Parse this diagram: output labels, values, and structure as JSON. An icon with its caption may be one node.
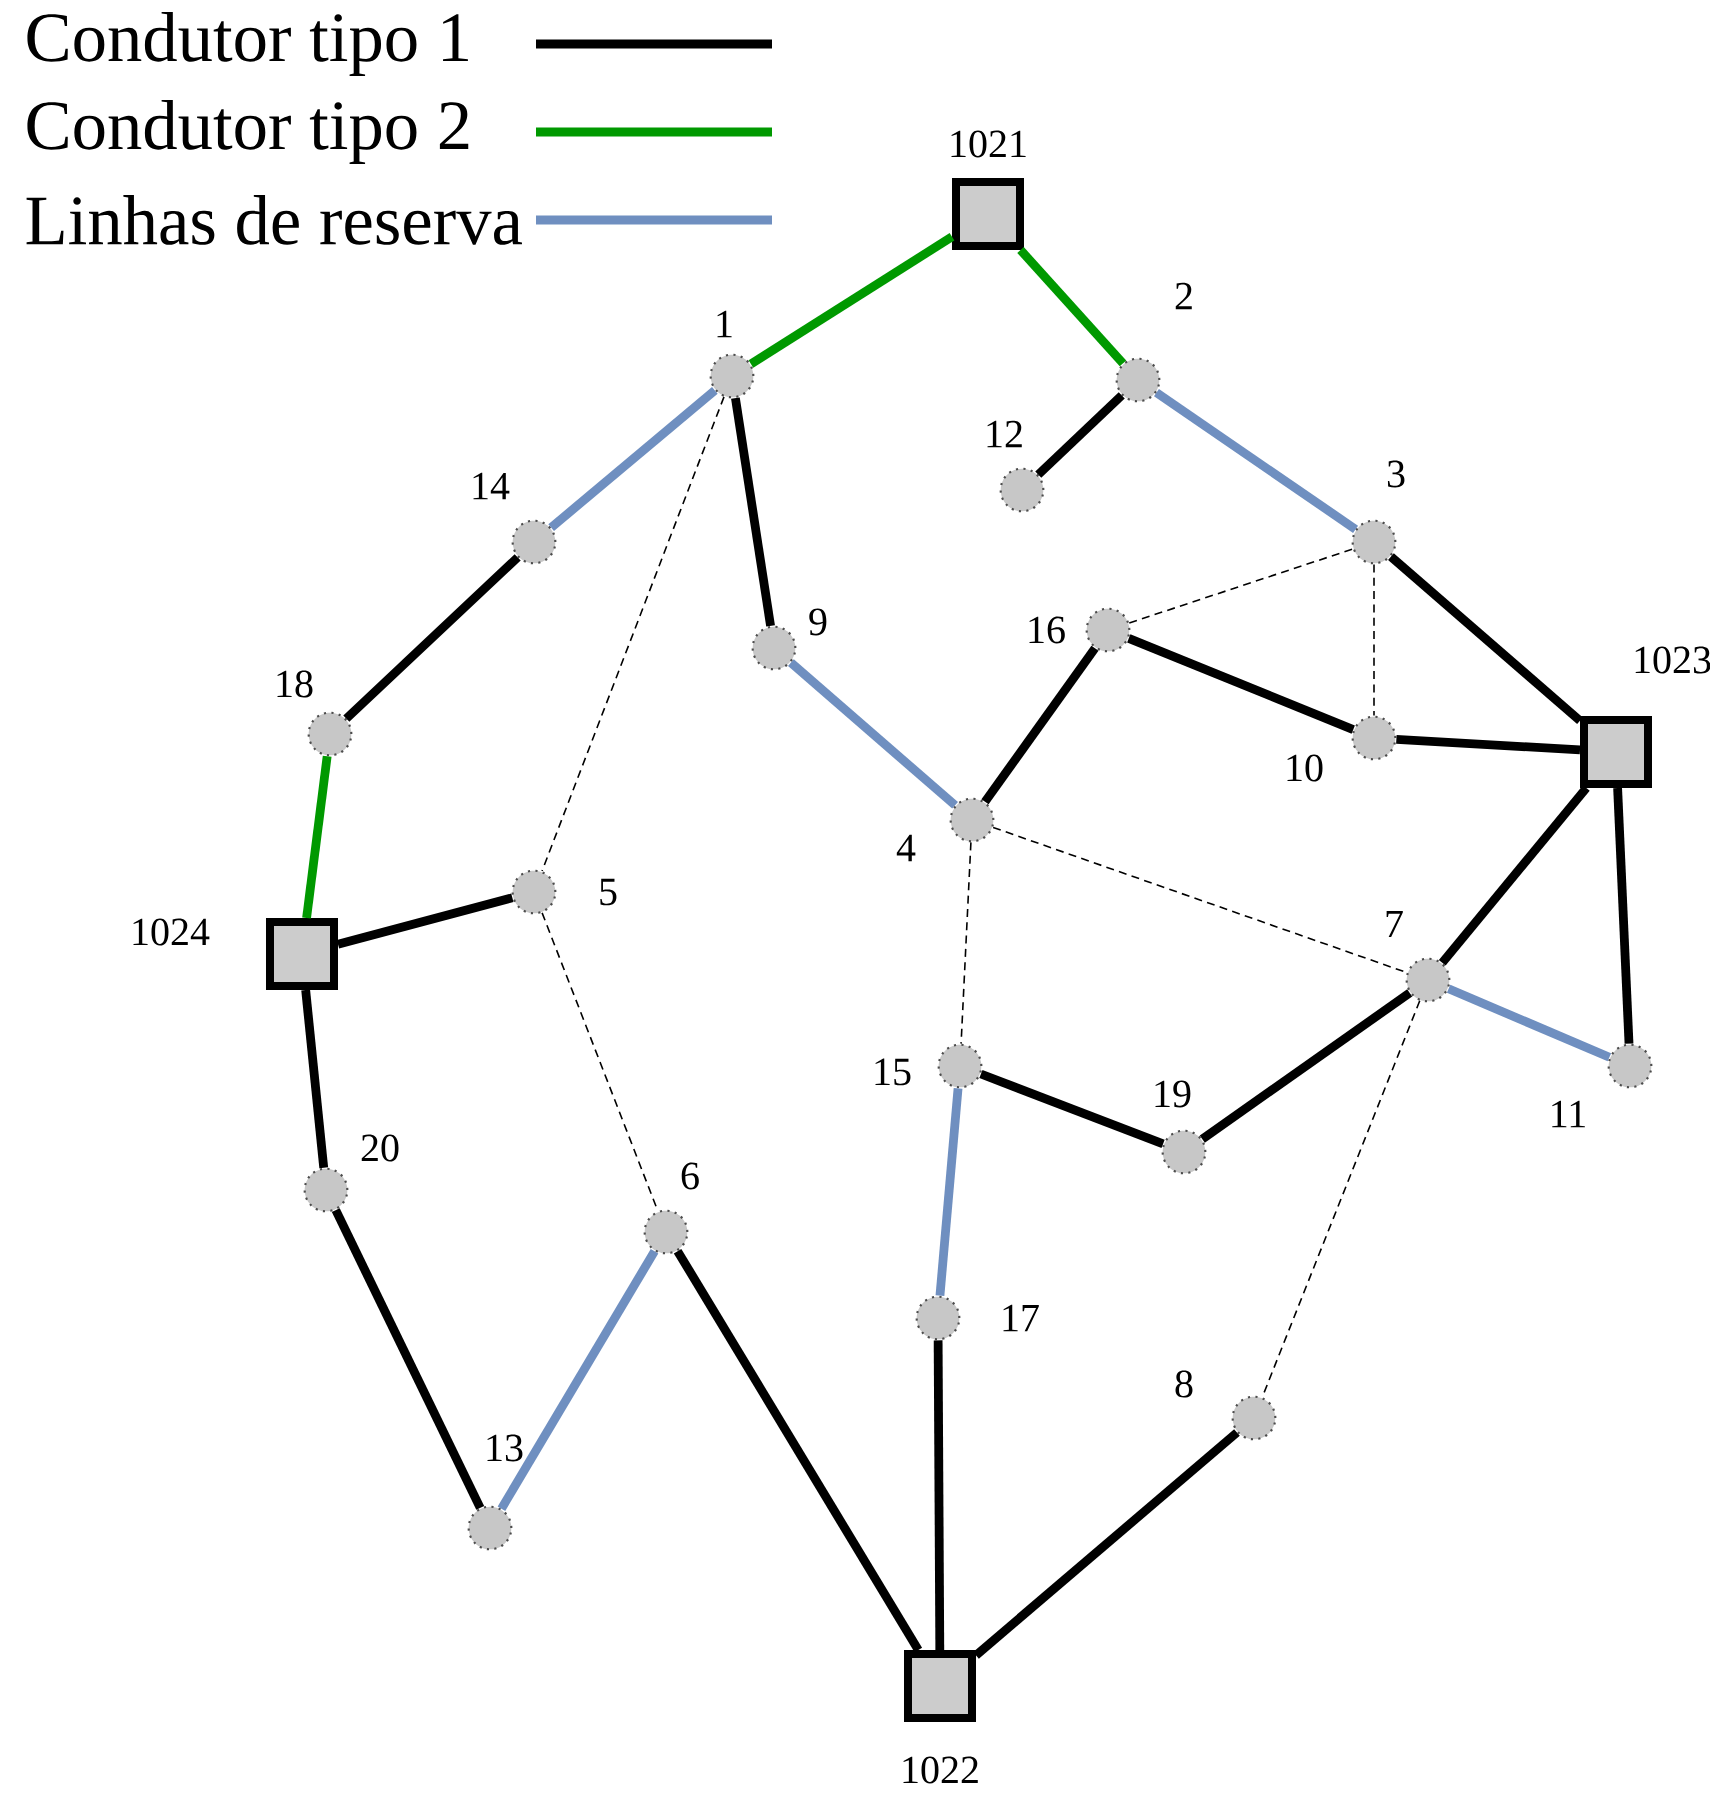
{
  "diagram": {
    "nodes": [
      {
        "text": [
          "1021"
        ]
      },
      {
        "text": [
          "1"
        ]
      },
      {
        "text": [
          "2"
        ]
      },
      {
        "text": [
          "12"
        ]
      },
      {
        "text": [
          "14"
        ]
      },
      {
        "text": [
          "3"
        ]
      },
      {
        "text": [
          "16"
        ]
      },
      {
        "text": [
          "9"
        ]
      },
      {
        "text": [
          "18"
        ]
      },
      {
        "text": [
          "10"
        ]
      },
      {
        "text": [
          "1023"
        ]
      },
      {
        "text": [
          "4"
        ]
      },
      {
        "text": [
          "5"
        ]
      },
      {
        "text": [
          "1024"
        ]
      },
      {
        "text": [
          "7"
        ]
      },
      {
        "text": [
          "15"
        ]
      },
      {
        "text": [
          "11"
        ]
      },
      {
        "text": [
          "19"
        ]
      },
      {
        "text": [
          "20"
        ]
      },
      {
        "text": [
          "6"
        ]
      },
      {
        "text": [
          "17"
        ]
      },
      {
        "text": [
          "8"
        ]
      },
      {
        "text": [
          "13"
        ]
      },
      {
        "text": [
          "1022"
        ]
      }
    ],
    "edges": [
      {
        "from": 0,
        "to": 1,
        "arrow": "none",
        "color": "#009900"
      },
      {
        "from": 0,
        "to": 2,
        "arrow": "none",
        "color": "#009900"
      },
      {
        "from": 2,
        "to": 3,
        "arrow": "none"
      },
      {
        "from": 2,
        "to": 5,
        "arrow": "none",
        "color": "#6f8fc0"
      },
      {
        "from": 5,
        "to": 10,
        "arrow": "none"
      },
      {
        "from": 1,
        "to": 4,
        "arrow": "none",
        "color": "#6f8fc0"
      },
      {
        "from": 1,
        "to": 7,
        "arrow": "none"
      },
      {
        "from": 1,
        "to": 12,
        "arrow": "none",
        "style": "dashed"
      },
      {
        "from": 4,
        "to": 8,
        "arrow": "none"
      },
      {
        "from": 8,
        "to": 13,
        "arrow": "none",
        "color": "#009900"
      },
      {
        "from": 13,
        "to": 12,
        "arrow": "none"
      },
      {
        "from": 13,
        "to": 18,
        "arrow": "none"
      },
      {
        "from": 12,
        "to": 19,
        "arrow": "none",
        "style": "dashed"
      },
      {
        "from": 18,
        "to": 22,
        "arrow": "none"
      },
      {
        "from": 22,
        "to": 19,
        "arrow": "none",
        "color": "#6f8fc0"
      },
      {
        "from": 19,
        "to": 23,
        "arrow": "none"
      },
      {
        "from": 7,
        "to": 11,
        "arrow": "none",
        "color": "#6f8fc0"
      },
      {
        "from": 11,
        "to": 6,
        "arrow": "none"
      },
      {
        "from": 6,
        "to": 9,
        "arrow": "none"
      },
      {
        "from": 6,
        "to": 5,
        "arrow": "none",
        "style": "dashed"
      },
      {
        "from": 5,
        "to": 9,
        "arrow": "none",
        "style": "dashed"
      },
      {
        "from": 9,
        "to": 10,
        "arrow": "none"
      },
      {
        "from": 11,
        "to": 14,
        "arrow": "none",
        "style": "dashed"
      },
      {
        "from": 11,
        "to": 15,
        "arrow": "none",
        "style": "dashed"
      },
      {
        "from": 10,
        "to": 14,
        "arrow": "none"
      },
      {
        "from": 10,
        "to": 16,
        "arrow": "none"
      },
      {
        "from": 14,
        "to": 16,
        "arrow": "none",
        "color": "#6f8fc0"
      },
      {
        "from": 14,
        "to": 17,
        "arrow": "none"
      },
      {
        "from": 15,
        "to": 17,
        "arrow": "none"
      },
      {
        "from": 15,
        "to": 20,
        "arrow": "none",
        "color": "#6f8fc0"
      },
      {
        "from": 20,
        "to": 23,
        "arrow": "none"
      },
      {
        "from": 14,
        "to": 21,
        "arrow": "none",
        "style": "dashed"
      },
      {
        "from": 21,
        "to": 23,
        "arrow": "none"
      }
    ],
    "legend": [
      {
        "text": "Condutor tipo 1",
        "color": "#000000"
      },
      {
        "text": "Condutor tipo 2",
        "color": "#009900"
      },
      {
        "text": "Linhas de reserva",
        "color": "#6f8fc0"
      }
    ]
  }
}
